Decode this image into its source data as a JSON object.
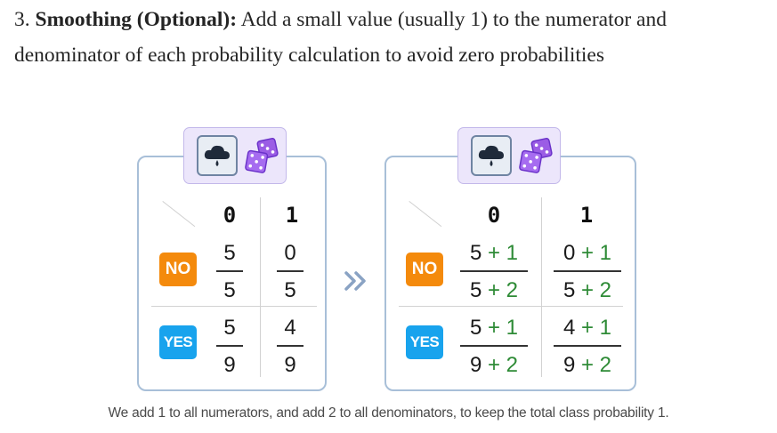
{
  "heading": {
    "number": "3. ",
    "bold": "Smoothing (Optional):",
    "text": " Add a small value (usually 1) to the numerator and denominator of each probability calculation to avoid zero probabilities"
  },
  "left_table": {
    "columns": [
      "0",
      "1"
    ],
    "rows": [
      {
        "label": "NO",
        "cells": [
          {
            "num": "5",
            "den": "5"
          },
          {
            "num": "0",
            "den": "5"
          }
        ]
      },
      {
        "label": "YES",
        "cells": [
          {
            "num": "5",
            "den": "9"
          },
          {
            "num": "4",
            "den": "9"
          }
        ]
      }
    ]
  },
  "right_table": {
    "columns": [
      "0",
      "1"
    ],
    "rows": [
      {
        "label": "NO",
        "cells": [
          {
            "num": "5",
            "num_add": "+ 1",
            "den": "5",
            "den_add": "+ 2"
          },
          {
            "num": "0",
            "num_add": "+ 1",
            "den": "5",
            "den_add": "+ 2"
          }
        ]
      },
      {
        "label": "YES",
        "cells": [
          {
            "num": "5",
            "num_add": "+ 1",
            "den": "9",
            "den_add": "+ 2"
          },
          {
            "num": "4",
            "num_add": "+ 1",
            "den": "9",
            "den_add": "+ 2"
          }
        ]
      }
    ]
  },
  "caption": "We add 1 to all numerators, and add 2 to all denominators, to keep the total class probability 1.",
  "colors": {
    "no_badge": "#f48a0c",
    "yes_badge": "#18a3ed",
    "added_term": "#2e8b36",
    "card_border": "#a8bfd8",
    "icon_tab": "#ece6fb"
  },
  "icons": [
    "rain-cloud-icon",
    "dice-icon",
    "double-chevron-right-icon"
  ]
}
